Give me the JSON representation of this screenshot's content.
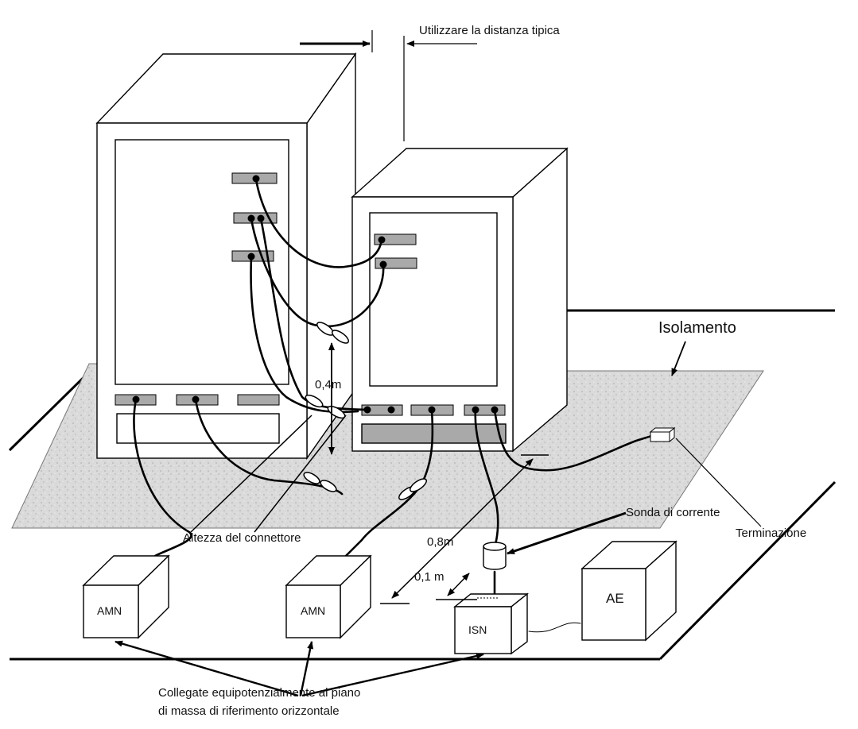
{
  "labels": {
    "typical_distance": "Utilizzare la distanza tipica",
    "insulation": "Isolamento",
    "height_04": "0,4m",
    "connector_height": "Altezza del connettore",
    "current_probe": "Sonda di corrente",
    "termination": "Terminazione",
    "dist_08": "0,8m",
    "dist_01": "0,1 m",
    "bonding_line1": "Collegate equipotenzialmente al piano",
    "bonding_line2": "di massa di riferimento orizzontale"
  },
  "boxes": {
    "amn_left": "AMN",
    "amn_middle": "AMN",
    "isn": "ISN",
    "ae": "AE"
  }
}
